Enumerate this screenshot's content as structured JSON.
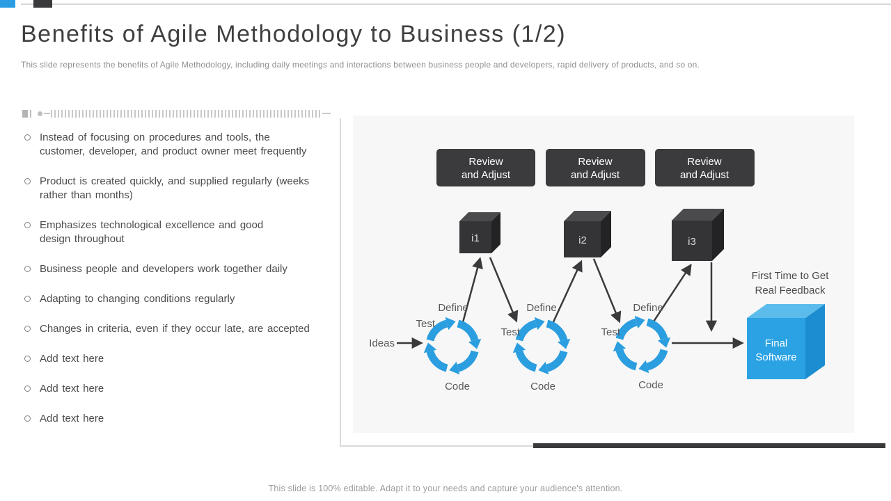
{
  "slide": {
    "title": "Benefits of Agile Methodology to Business (1/2)",
    "subtitle": "This slide represents the benefits of Agile Methodology, including daily meetings and interactions between business people and developers, rapid delivery of products, and so on.",
    "footer": "This slide is 100% editable. Adapt it to your needs and capture your audience's attention."
  },
  "bullets": [
    "Instead of focusing on procedures and tools, the\ncustomer, developer, and product owner meet frequently",
    "Product is created quickly, and supplied regularly (weeks\nrather than months)",
    "Emphasizes technological excellence and good\ndesign throughout",
    "Business people and developers work together daily",
    "Adapting to changing conditions regularly",
    "Changes in criteria, even if they occur late, are accepted",
    "Add text here",
    "Add text here",
    "Add text here"
  ],
  "diagram": {
    "review_boxes": [
      {
        "line1": "Review",
        "line2": "and Adjust"
      },
      {
        "line1": "Review",
        "line2": "and Adjust"
      },
      {
        "line1": "Review",
        "line2": "and Adjust"
      }
    ],
    "iterations": [
      {
        "label": "i1"
      },
      {
        "label": "i2"
      },
      {
        "label": "i3"
      }
    ],
    "cycles": [
      {
        "define": "Define",
        "test": "Test",
        "code": "Code"
      },
      {
        "define": "Define",
        "test": "Test",
        "code": "Code"
      },
      {
        "define": "Define",
        "test": "Test",
        "code": "Code"
      }
    ],
    "ideas_label": "Ideas",
    "final_cube": {
      "line1": "Final",
      "line2": "Software"
    },
    "feedback": {
      "line1": "First Time to Get",
      "line2": "Real Feedback"
    },
    "colors": {
      "accent_blue": "#2B9EE0",
      "dark_shape": "#3A3A3C",
      "panel_bg": "#F7F7F7"
    }
  }
}
